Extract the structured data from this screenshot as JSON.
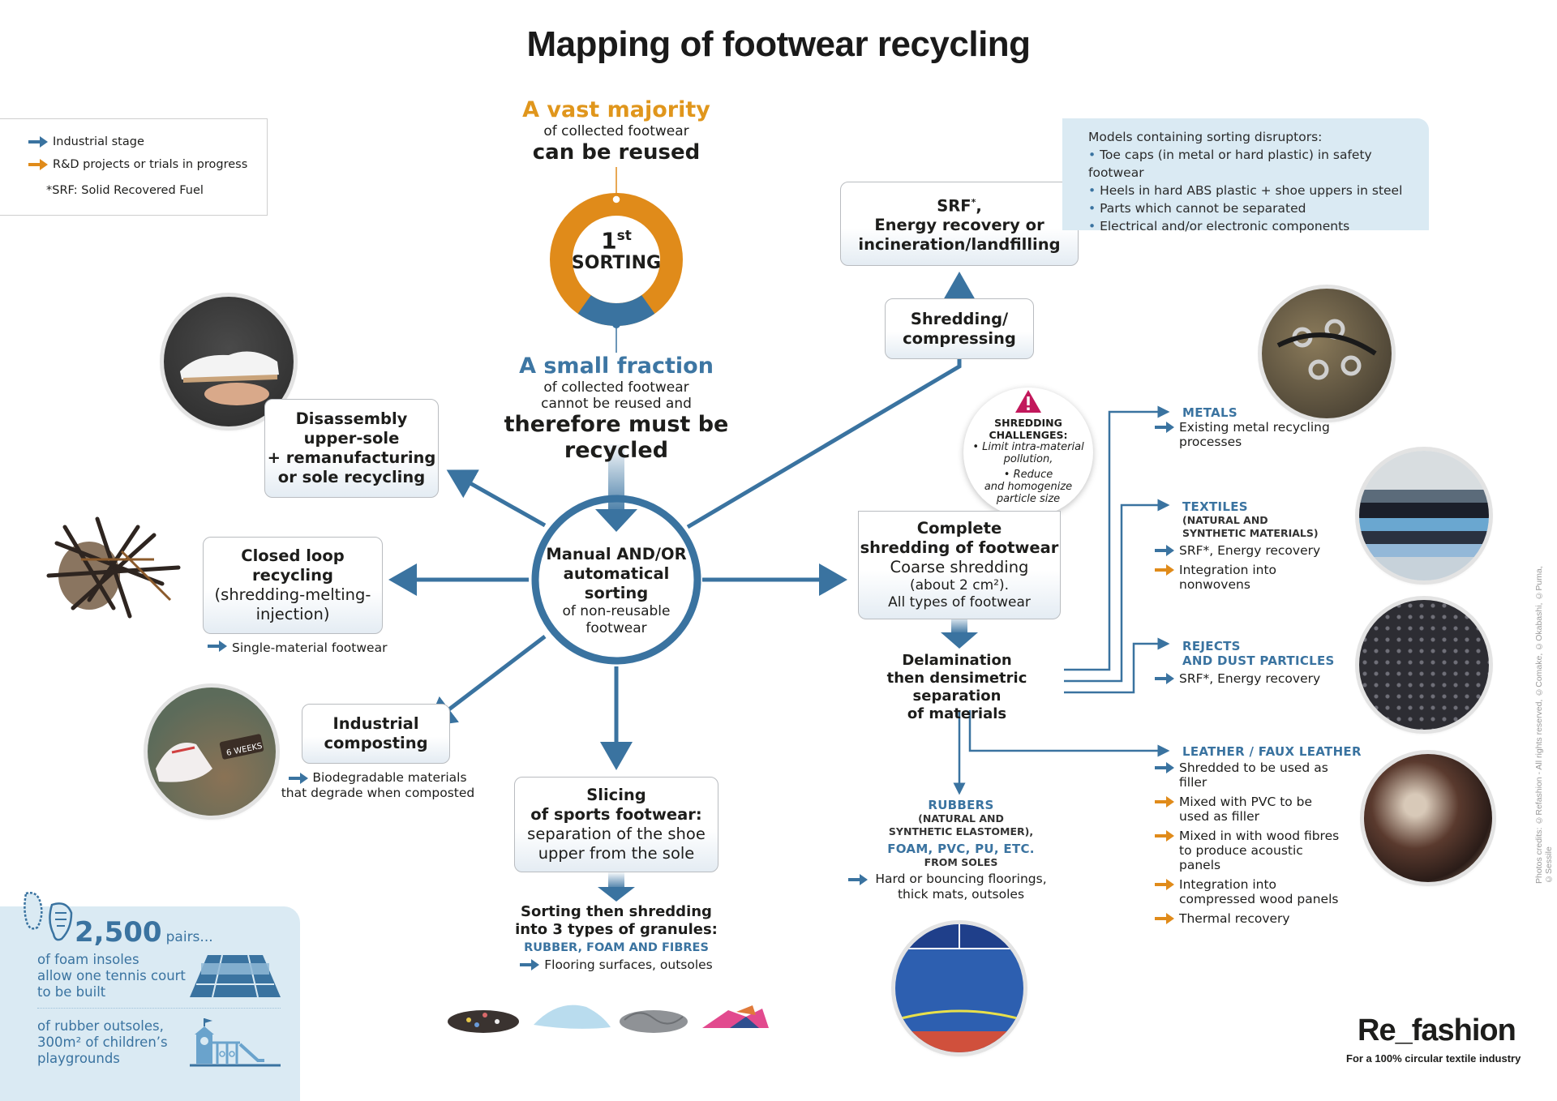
{
  "title": "Mapping of footwear recycling",
  "legend": {
    "industrial": "Industrial stage",
    "rnd": "R&D projects or trials in progress",
    "note": "*SRF: Solid Recovered Fuel",
    "colors": {
      "industrial": "#3a73a0",
      "rnd": "#e08b1a"
    }
  },
  "reuse": {
    "headline": "A vast majority",
    "line2": "of collected footwear",
    "line3": "can be reused"
  },
  "first_sorting": {
    "number": "1",
    "suffix": "st",
    "label": "SORTING",
    "reusable_share_color": "#e08b1a",
    "recycle_share_color": "#3a73a0"
  },
  "recycle": {
    "headline": "A small fraction",
    "line2": "of collected footwear",
    "line3": "cannot be reused and",
    "line4": "therefore must be recycled"
  },
  "central": {
    "l1": "Manual AND/OR",
    "l2": "automatical",
    "l3": "sorting",
    "l4": "of non-reusable",
    "l5": "footwear"
  },
  "disassembly": {
    "l1": "Disassembly",
    "l2": "upper-sole",
    "l3": "+ remanufacturing",
    "l4": "or sole recycling"
  },
  "closed_loop": {
    "l1": "Closed loop",
    "l2": "recycling",
    "l3": "(shredding-melting-",
    "l4": "injection)",
    "note": "Single-material footwear"
  },
  "composting": {
    "l1": "Industrial",
    "l2": "composting",
    "note1": "Biodegradable materials",
    "note2": "that degrade when composted",
    "photo_sign": "6 WEEKS"
  },
  "slicing": {
    "l1": "Slicing",
    "l2": "of sports footwear:",
    "l3": "separation of the shoe",
    "l4": "upper from the sole",
    "next1": "Sorting then shredding",
    "next2": "into 3 types of granules:",
    "materials": "RUBBER, FOAM AND FIBRES",
    "use": "Flooring surfaces, outsoles"
  },
  "srf_box": {
    "l1": "SRF",
    "sup": "*",
    "l1b": ",",
    "l2": "Energy recovery or",
    "l3": "incineration/landfilling"
  },
  "shredding_compress": {
    "l1": "Shredding/",
    "l2": "compressing"
  },
  "disruptors": {
    "title": "Models containing sorting disruptors:",
    "items": [
      "Toe caps (in metal or hard plastic) in safety footwear",
      "Heels in hard ABS plastic + shoe uppers in steel",
      "Parts which cannot be separated",
      "Electrical and/or electronic components"
    ]
  },
  "challenges": {
    "t1": "SHREDDING",
    "t2": "CHALLENGES:",
    "b1a": "• Limit intra-material",
    "b1b": "pollution,",
    "b2a": "• Reduce",
    "b2b": "and homogenize",
    "b2c": "particle size",
    "warning_color": "#c2185b"
  },
  "complete_shredding": {
    "l1": "Complete",
    "l2": "shredding of footwear",
    "l3": "Coarse shredding",
    "l4": "(about 2 cm²).",
    "l5": "All types of footwear"
  },
  "delamination": {
    "l1": "Delamination",
    "l2": "then densimetric separation",
    "l3": "of materials"
  },
  "rubbers": {
    "t1": "RUBBERS",
    "s1": "(NATURAL AND",
    "s2": "SYNTHETIC ELASTOMER),",
    "t2": "FOAM, PVC, PU, ETC.",
    "s3": "FROM SOLES",
    "use1": "Hard or bouncing floorings,",
    "use2": "thick mats, outsoles"
  },
  "outputs": {
    "metals": {
      "title": "METALS",
      "items": [
        {
          "type": "industrial",
          "text": "Existing metal recycling processes"
        }
      ]
    },
    "textiles": {
      "title": "TEXTILES",
      "sub": "(NATURAL AND SYNTHETIC MATERIALS)",
      "items": [
        {
          "type": "industrial",
          "text": "SRF*, Energy recovery"
        },
        {
          "type": "rnd",
          "text": "Integration into nonwovens"
        }
      ]
    },
    "rejects": {
      "title1": "REJECTS",
      "title2": "AND DUST PARTICLES",
      "items": [
        {
          "type": "industrial",
          "text": "SRF*, Energy recovery"
        }
      ]
    },
    "leather": {
      "title": "LEATHER / FAUX LEATHER",
      "items": [
        {
          "type": "industrial",
          "text": "Shredded to be used as filler"
        },
        {
          "type": "rnd",
          "text": "Mixed with PVC to be used as filler"
        },
        {
          "type": "rnd",
          "text": "Mixed in with wood fibres to produce acoustic panels"
        },
        {
          "type": "rnd",
          "text": "Integration into compressed wood panels"
        },
        {
          "type": "rnd",
          "text": "Thermal recovery"
        }
      ]
    }
  },
  "stats": {
    "number": "2,500",
    "unit": "pairs...",
    "s1a": "of foam insoles",
    "s1b": "allow one tennis court",
    "s1c": "to be built",
    "s2a": "of rubber outsoles,",
    "s2b": "300m² of children’s",
    "s2c": "playgrounds"
  },
  "brand": {
    "name": "Re_fashion",
    "tagline": "For a 100% circular textile industry"
  },
  "credits": "Photos credits: ©Refashion - All rights reserved, ©Comake, ©Okabashi, ©Puma, ©Sessile"
}
